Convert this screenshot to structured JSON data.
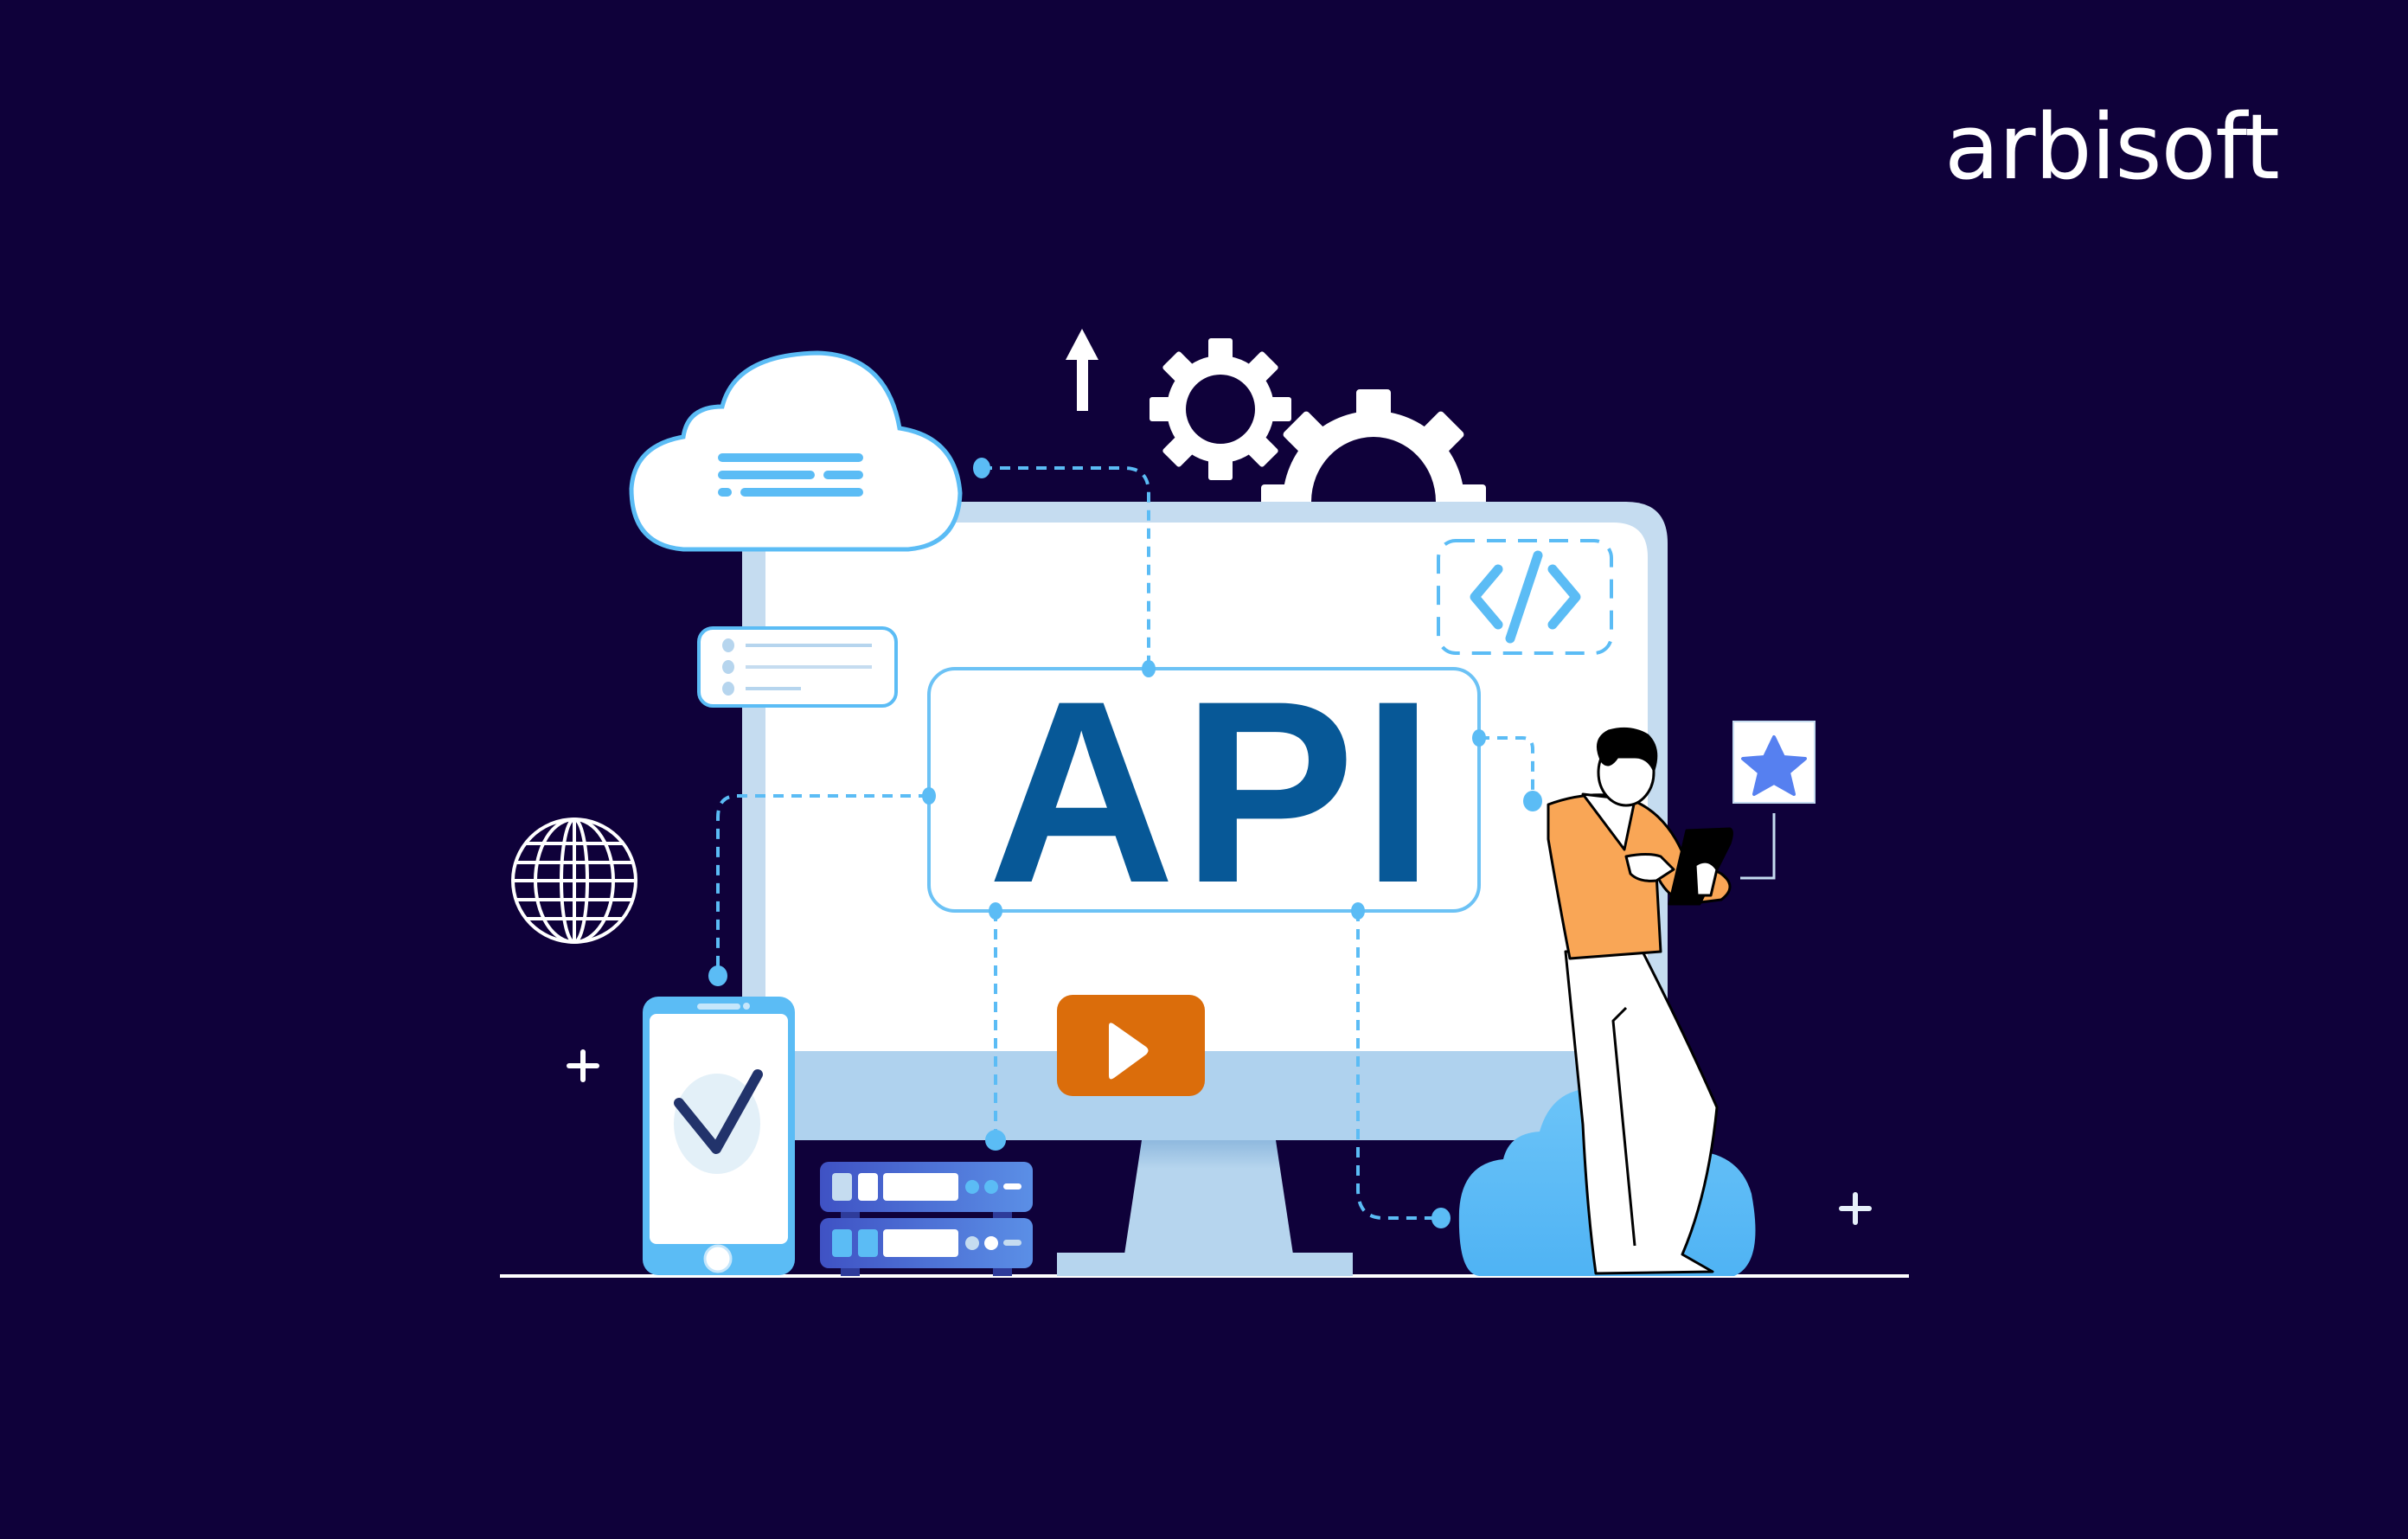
{
  "brand": {
    "logo_text": "arbisoft"
  },
  "illustration": {
    "main_label": "API",
    "elements": [
      {
        "name": "cloud-icon",
        "description": "cloud with text lines"
      },
      {
        "name": "arrow-up-icon"
      },
      {
        "name": "gear-icon-small"
      },
      {
        "name": "gear-icon-large"
      },
      {
        "name": "code-icon",
        "glyph": "</>"
      },
      {
        "name": "list-card-icon"
      },
      {
        "name": "globe-icon"
      },
      {
        "name": "smartphone-checkmark-icon"
      },
      {
        "name": "server-rack-icon"
      },
      {
        "name": "play-button-icon"
      },
      {
        "name": "star-card-icon"
      },
      {
        "name": "person-with-tablet"
      },
      {
        "name": "cloud-base-icon"
      },
      {
        "name": "plus-icon-left"
      },
      {
        "name": "plus-icon-right"
      }
    ]
  },
  "colors": {
    "background": "#0f013a",
    "api_text": "#075897",
    "accent_light_blue": "#5bbcf5",
    "monitor_frame": "#c5dcf0",
    "play_button": "#db6d0b",
    "shirt": "#f9a656",
    "star": "#5680f0",
    "server": "#4a6fd8"
  }
}
